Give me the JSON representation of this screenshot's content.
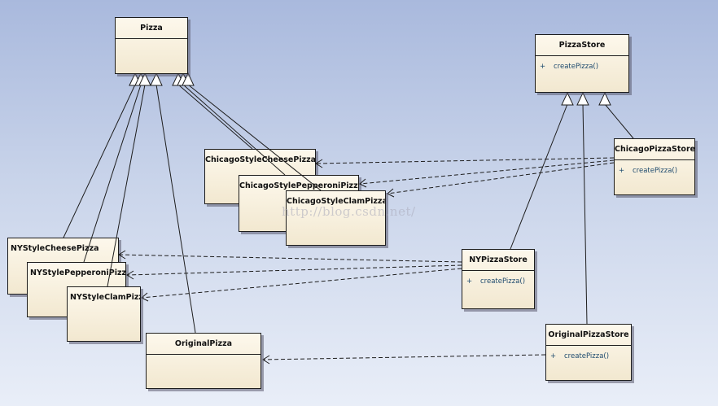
{
  "classes": {
    "pizza": {
      "name": "Pizza"
    },
    "pizza_store": {
      "name": "PizzaStore",
      "ops": [
        {
          "visibility": "+",
          "name": "createPizza()"
        }
      ]
    },
    "chicago_pizza_store": {
      "name": "ChicagoPizzaStore",
      "ops": [
        {
          "visibility": "+",
          "name": "createPizza()"
        }
      ]
    },
    "ny_pizza_store": {
      "name": "NYPizzaStore",
      "ops": [
        {
          "visibility": "+",
          "name": "createPizza()"
        }
      ]
    },
    "original_pizza_store": {
      "name": "OriginalPizzaStore",
      "ops": [
        {
          "visibility": "+",
          "name": "createPizza()"
        }
      ]
    },
    "chicago_cheese": {
      "name": "ChicagoStyleCheesePizza"
    },
    "chicago_pepperoni": {
      "name": "ChicagoStylePepperoniPizza"
    },
    "chicago_clam": {
      "name": "ChicagoStyleClamPizza"
    },
    "ny_cheese": {
      "name": "NYStyleCheesePizza"
    },
    "ny_pepperoni": {
      "name": "NYStylePepperoniPizza"
    },
    "ny_clam": {
      "name": "NYStyleClamPizza"
    },
    "original_pizza": {
      "name": "OriginalPizza"
    }
  },
  "relations": {
    "generalization": [
      {
        "from": "chicago_pizza_store",
        "to": "pizza_store"
      },
      {
        "from": "ny_pizza_store",
        "to": "pizza_store"
      },
      {
        "from": "original_pizza_store",
        "to": "pizza_store"
      },
      {
        "from": "ny_cheese",
        "to": "pizza"
      },
      {
        "from": "ny_pepperoni",
        "to": "pizza"
      },
      {
        "from": "ny_clam",
        "to": "pizza"
      },
      {
        "from": "original_pizza",
        "to": "pizza"
      },
      {
        "from": "chicago_cheese",
        "to": "pizza"
      },
      {
        "from": "chicago_pepperoni",
        "to": "pizza"
      },
      {
        "from": "chicago_clam",
        "to": "pizza"
      }
    ],
    "dependency": [
      {
        "from": "chicago_pizza_store",
        "to": "chicago_cheese"
      },
      {
        "from": "chicago_pizza_store",
        "to": "chicago_pepperoni"
      },
      {
        "from": "chicago_pizza_store",
        "to": "chicago_clam"
      },
      {
        "from": "ny_pizza_store",
        "to": "ny_cheese"
      },
      {
        "from": "ny_pizza_store",
        "to": "ny_pepperoni"
      },
      {
        "from": "ny_pizza_store",
        "to": "ny_clam"
      },
      {
        "from": "original_pizza_store",
        "to": "original_pizza"
      }
    ]
  },
  "watermark": "http://blog.csdn.net/",
  "colors": {
    "background_top": "#a9b9dd",
    "class_fill": "#f6eedb",
    "class_border": "#1d1d1d",
    "operation_text": "#1e4a6e",
    "line": "#1d1d1d"
  }
}
